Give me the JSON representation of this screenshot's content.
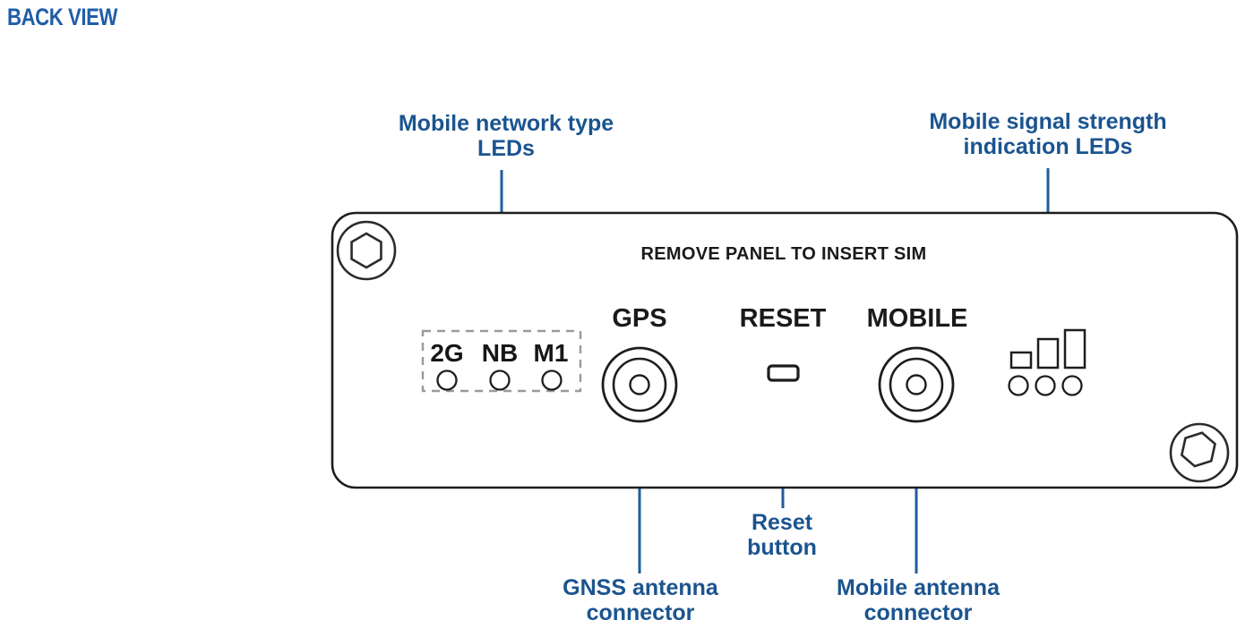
{
  "title": "BACK VIEW",
  "colors": {
    "callout_blue": "#1b548f",
    "title_blue": "#1f5da8",
    "leader_line": "#1f5e9e",
    "panel_outline": "#1d1d1d",
    "led_box_dashed": "#9a9a9a",
    "background": "#ffffff"
  },
  "panel": {
    "instruction": "REMOVE PANEL TO INSERT SIM",
    "screws": [
      {
        "name": "screw-top-left",
        "position": "top-left"
      },
      {
        "name": "screw-bottom-right",
        "position": "bottom-right"
      }
    ],
    "ports": [
      {
        "name": "gps",
        "label": "GPS",
        "type": "sma-connector"
      },
      {
        "name": "reset",
        "label": "RESET",
        "type": "button"
      },
      {
        "name": "mobile",
        "label": "MOBILE",
        "type": "sma-connector"
      }
    ],
    "network_leds": {
      "tags": [
        "2G",
        "NB",
        "M1"
      ],
      "count": 3,
      "boxed": true
    },
    "signal_leds": {
      "count": 3,
      "bars": 3
    }
  },
  "callouts": [
    {
      "name": "network-leds",
      "text": "Mobile network type\nLEDs",
      "anchor": "network-led-box"
    },
    {
      "name": "signal-leds",
      "text": "Mobile signal strength\nindication LEDs",
      "anchor": "signal-strength-leds"
    },
    {
      "name": "gnss-connector",
      "text": "GNSS  antenna\nconnector",
      "anchor": "gps-connector"
    },
    {
      "name": "reset-button",
      "text": "Reset\nbutton",
      "anchor": "reset-button"
    },
    {
      "name": "mobile-antenna",
      "text": "Mobile antenna\nconnector",
      "anchor": "mobile-connector"
    }
  ]
}
